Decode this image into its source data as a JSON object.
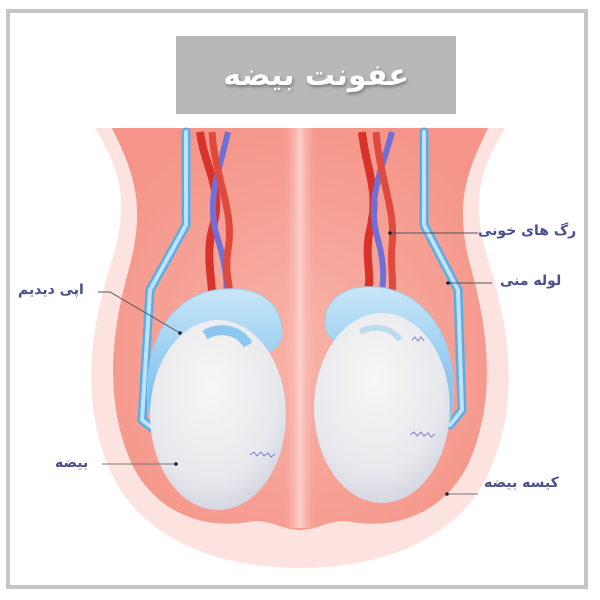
{
  "title": "عفونت بیضه",
  "labels": {
    "blood_vessels": "رگ های خونی",
    "vas_deferens": "لوله منی",
    "epididymis": "اپی دیدیم",
    "testis": "بیضه",
    "scrotum": "کیسه بیضه"
  },
  "colors": {
    "frame": "#c6c6c6",
    "title_bg": "#b9b8b8",
    "label_text": "#4a4e8c",
    "scrotum_outer": "#fde3df",
    "scrotum_inner": "#f7a79c",
    "testis": "#eef0f4",
    "epididymis": "#8cc8ee",
    "artery": "#d9322a",
    "vein": "#6f6fd8",
    "duct": "#9fd2f2"
  }
}
